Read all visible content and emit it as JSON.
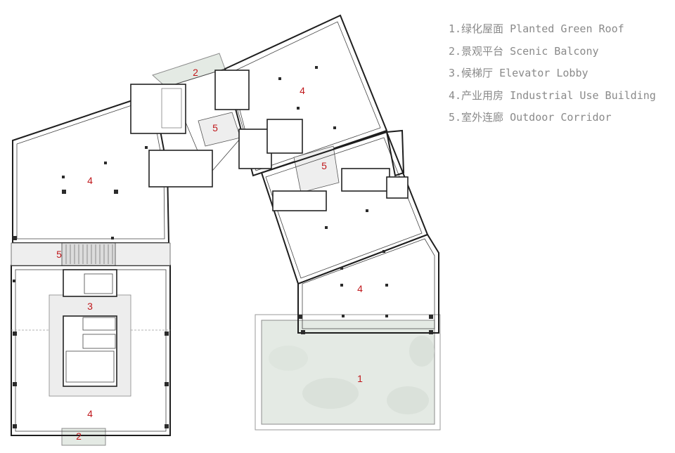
{
  "legend": {
    "items": [
      "1.绿化屋面 Planted Green Roof",
      "2.景观平台 Scenic Balcony",
      "3.候梯厅 Elevator Lobby",
      "4.产业用房 Industrial Use Building",
      "5.室外连廊 Outdoor Corridor"
    ]
  },
  "plan": {
    "labels": {
      "roof": "1",
      "balcony_top": "2",
      "balcony_bottom": "2",
      "lobby": "3",
      "block_left_upper": "4",
      "block_left_lower": "4",
      "block_right_upper": "4",
      "block_right_lower": "4",
      "corridor_left": "5",
      "corridor_center": "5",
      "corridor_right": "5"
    },
    "colors": {
      "label_red": "#c0181c",
      "legend_gray": "#8a8a8a",
      "green_roof": "#e4eae4",
      "wall": "#1e1e1e"
    }
  }
}
